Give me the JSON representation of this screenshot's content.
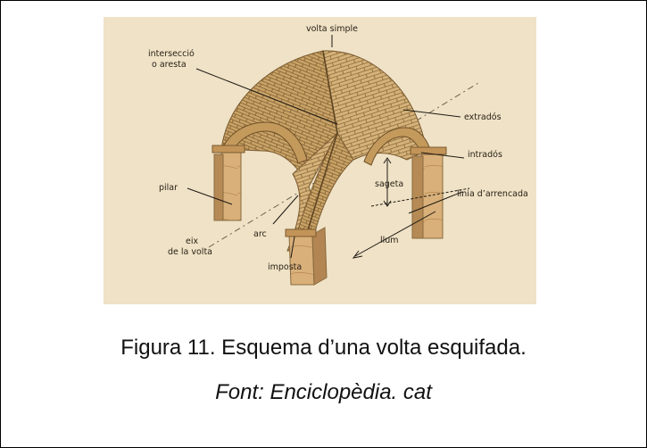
{
  "figure": {
    "caption": "Figura 11. Esquema d’una volta esquifada.",
    "source": "Font: Enciclopèdia. cat"
  },
  "diagram": {
    "labels": {
      "volta_simple": "volta simple",
      "interseccio_1": "intersecció",
      "interseccio_2": "o aresta",
      "extrados": "extradós",
      "intrados": "intradós",
      "sageta": "sageta",
      "linia_arrencada": "línia d’arrencada",
      "pilar": "pilar",
      "eix_1": "eix",
      "eix_2": "de la volta",
      "arc": "arc",
      "imposta": "imposta",
      "llum": "llum"
    },
    "colors": {
      "background": "#efe2c6",
      "stone_light": "#d8b77e",
      "stone_mid": "#c49a5c",
      "stone_dark": "#8e6a3a",
      "mortar": "#7a5a30"
    }
  }
}
